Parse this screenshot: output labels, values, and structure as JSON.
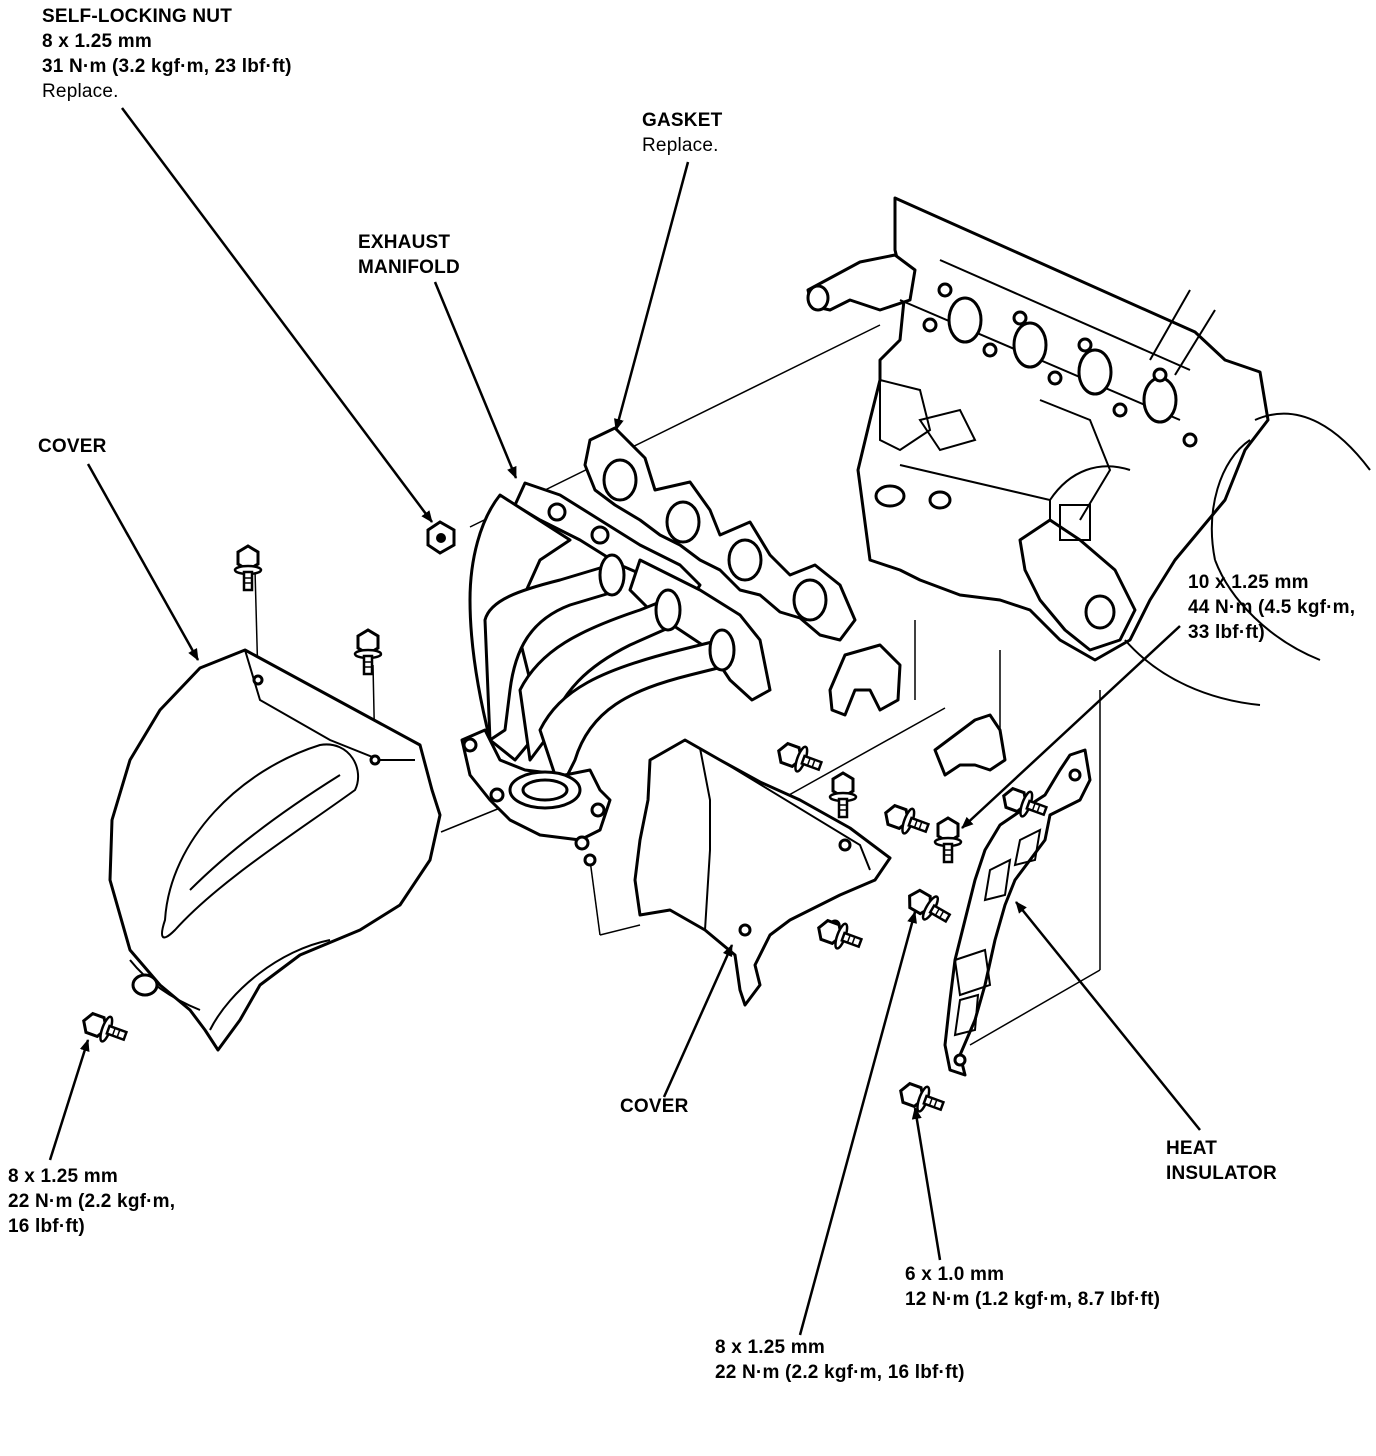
{
  "labels": {
    "self_locking_nut": {
      "title": "SELF-LOCKING NUT",
      "size": "8 x 1.25 mm",
      "torque": "31 N·m (3.2 kgf·m, 23 lbf·ft)",
      "note": "Replace."
    },
    "gasket": {
      "title": "GASKET",
      "note": "Replace."
    },
    "exhaust_manifold": {
      "line1": "EXHAUST",
      "line2": "MANIFOLD"
    },
    "cover_left": {
      "title": "COVER"
    },
    "cover_center": {
      "title": "COVER"
    },
    "bolt_10": {
      "size": "10 x 1.25 mm",
      "torque1": "44 N·m (4.5 kgf·m,",
      "torque2": "33 lbf·ft)"
    },
    "bolt_8_left": {
      "size": "8 x 1.25 mm",
      "torque1": "22 N·m (2.2 kgf·m,",
      "torque2": "16 lbf·ft)"
    },
    "heat_insulator": {
      "line1": "HEAT",
      "line2": "INSULATOR"
    },
    "bolt_6": {
      "size": "6 x 1.0 mm",
      "torque": "12 N·m (1.2 kgf·m, 8.7 lbf·ft)"
    },
    "bolt_8_bottom": {
      "size": "8 x 1.25 mm",
      "torque": "22 N·m (2.2 kgf·m, 16 lbf·ft)"
    }
  }
}
